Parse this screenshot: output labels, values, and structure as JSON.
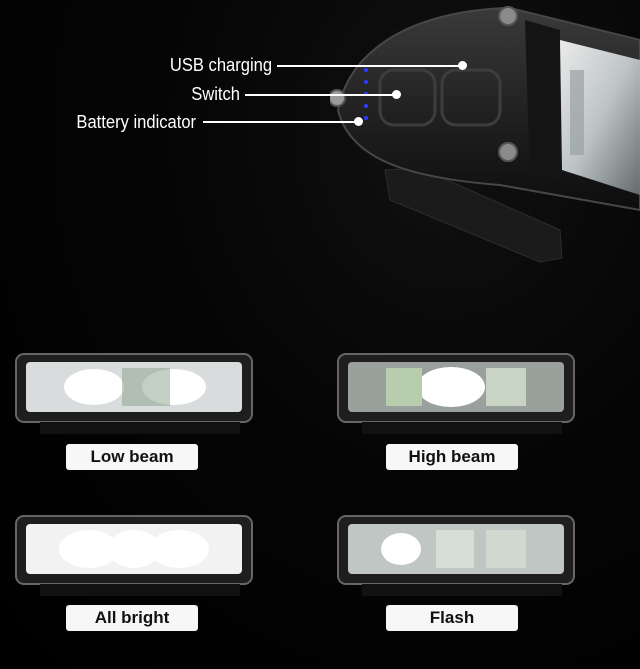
{
  "callouts": [
    {
      "label": "USB charging"
    },
    {
      "label": "Switch"
    },
    {
      "label": "Battery indicator"
    }
  ],
  "modes": [
    {
      "label": "Low beam"
    },
    {
      "label": "High beam"
    },
    {
      "label": "All bright"
    },
    {
      "label": "Flash"
    }
  ],
  "colors": {
    "background": "#000000",
    "label_fill": "#f7f7f7",
    "indicator_led": "#2a3cff"
  }
}
